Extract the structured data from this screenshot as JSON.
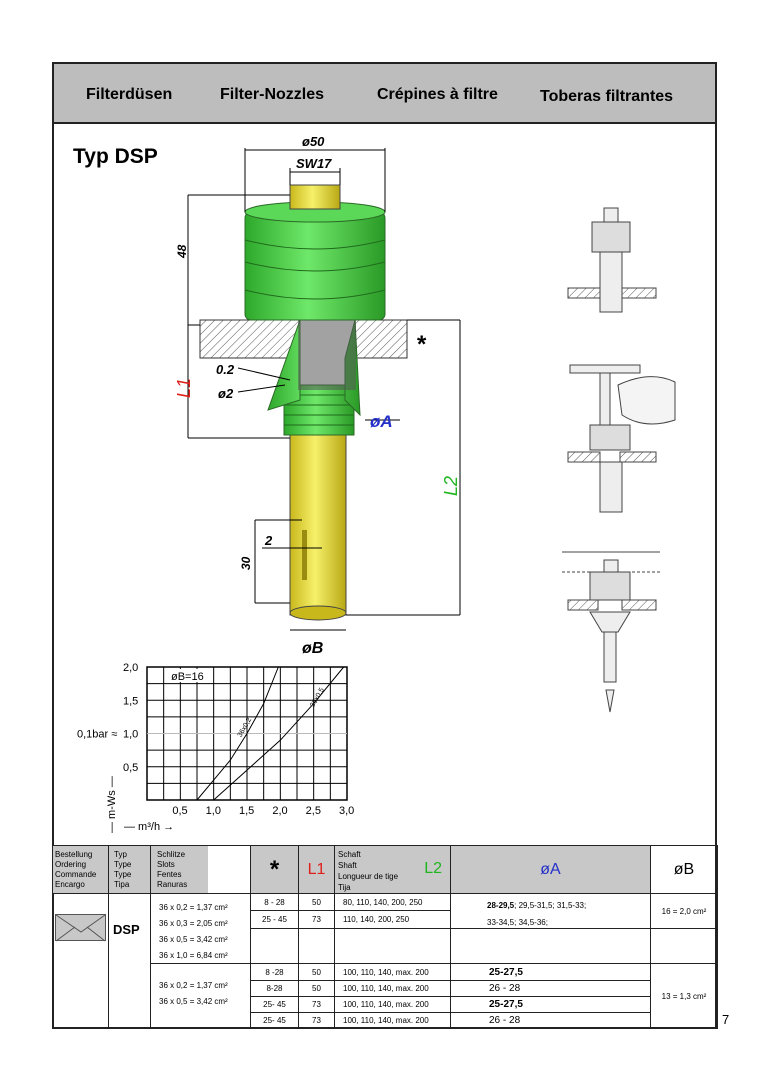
{
  "header": {
    "titles": [
      "Filterdüsen",
      "Filter-Nozzles",
      "Crépines à filtre",
      "Toberas filtrantes"
    ],
    "bg_color": "#bdbdbd"
  },
  "product": {
    "type_label": "Typ  DSP"
  },
  "drawing": {
    "dims": {
      "d50": "ø50",
      "sw": "SW17",
      "h48": "48",
      "l1": "L1",
      "gap": "0.2",
      "d2": "ø2",
      "star": "*",
      "dA": "øA",
      "l2": "L2",
      "h30": "30",
      "w2": "2",
      "dB": "øB"
    },
    "colors": {
      "green": "#3fc93a",
      "yellow": "#e8e03a",
      "l1": "#e0201a",
      "l2": "#1fb51f",
      "dA": "#2430c8"
    }
  },
  "chart_data": {
    "type": "line",
    "annotation": "øB=16",
    "ylabel": "m-Ws",
    "xlabel": "m³/h",
    "ytick_note": "0,1bar ≈",
    "xlim": [
      0,
      3.0
    ],
    "ylim": [
      0,
      2.0
    ],
    "grid": true,
    "xticks": [
      "0,5",
      "1,0",
      "1,5",
      "2,0",
      "2,5",
      "3,0"
    ],
    "yticks": [
      "0,5",
      "1,0",
      "1,5",
      "2,0"
    ],
    "series": [
      {
        "name": "36x0,2",
        "x": [
          0.75,
          1.0,
          1.25,
          1.5,
          1.75,
          1.97
        ],
        "y": [
          0,
          0.3,
          0.6,
          1.0,
          1.45,
          2.0
        ]
      },
      {
        "name": "36x0,5",
        "x": [
          1.0,
          1.5,
          2.0,
          2.5,
          2.95
        ],
        "y": [
          0,
          0.45,
          0.9,
          1.45,
          2.0
        ]
      }
    ]
  },
  "table": {
    "headers": {
      "order": "Bestellung\nOrdering\nCommande\nEncargo",
      "type": "Typ\nType\nType\nTipa",
      "slots": "Schlitze\nSlots\nFentes\nRanuras",
      "star": "*",
      "l1": "L1",
      "shaft": "Schaft\nShaft\nLongueur de tige\nTija",
      "l2": "L2",
      "dA": "øA",
      "dB": "øB"
    },
    "type_value": "DSP",
    "slots_a": [
      "36 x 0,2   = 1,37 cm²",
      "36 x 0,3   = 2,05 cm²",
      "36 x 0,5   = 3,42 cm²",
      "36 x 1,0   = 6,84 cm²"
    ],
    "slots_b": [
      "36 x 0,2   = 1,37 cm²",
      "36 x 0,5   = 3,42 cm²"
    ],
    "rows": [
      {
        "star": "8 - 28",
        "l1": "50",
        "l2": "80, 110, 140, 200, 250"
      },
      {
        "star": "25 - 45",
        "l1": "73",
        "l2": "110, 140, 200, 250"
      },
      {
        "star": "8 -28",
        "l1": "50",
        "l2": "100, 110, 140,  max. 200",
        "dA": "25-27,5"
      },
      {
        "star": "8-28",
        "l1": "50",
        "l2": "100, 110, 140,  max. 200",
        "dA": "26  -  28"
      },
      {
        "star": "25- 45",
        "l1": "73",
        "l2": "100, 110, 140,  max. 200",
        "dA": "25-27,5"
      },
      {
        "star": "25- 45",
        "l1": "73",
        "l2": "100, 110, 140,  max. 200",
        "dA": "26  -  28"
      }
    ],
    "dA_a_bold": "28-29,5",
    "dA_a_rest1": ";  29,5-31,5;  31,5-33;",
    "dA_a_line2": "33-34,5;  34,5-36;",
    "dB_a": "16  =  2,0 cm²",
    "dB_b": "13  =  1,3 cm²"
  },
  "page_number": "7"
}
